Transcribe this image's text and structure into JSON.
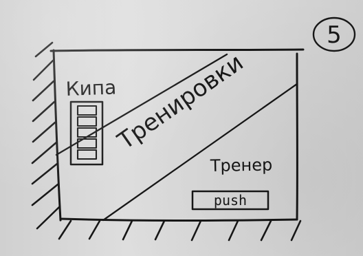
{
  "sketch": {
    "page_number": "5",
    "left_label": "Кипа",
    "center_label": "Тренировки",
    "right_label": "Тренер",
    "button_label": "push"
  }
}
